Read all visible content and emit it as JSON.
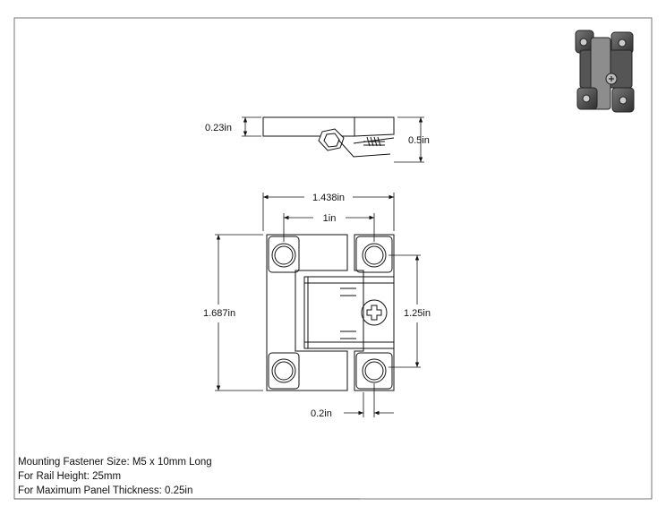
{
  "dimensions": {
    "thickness": "0.23in",
    "height_side": "0.5in",
    "overall_width": "1.438in",
    "hole_spacing_x": "1in",
    "overall_height": "1.687in",
    "hole_spacing_y": "1.25in",
    "hole_offset": "0.2in"
  },
  "notes": [
    "Mounting Fastener Size: M5 x 10mm Long",
    "For Rail Height: 25mm",
    "For Maximum Panel Thickness: 0.25in"
  ]
}
